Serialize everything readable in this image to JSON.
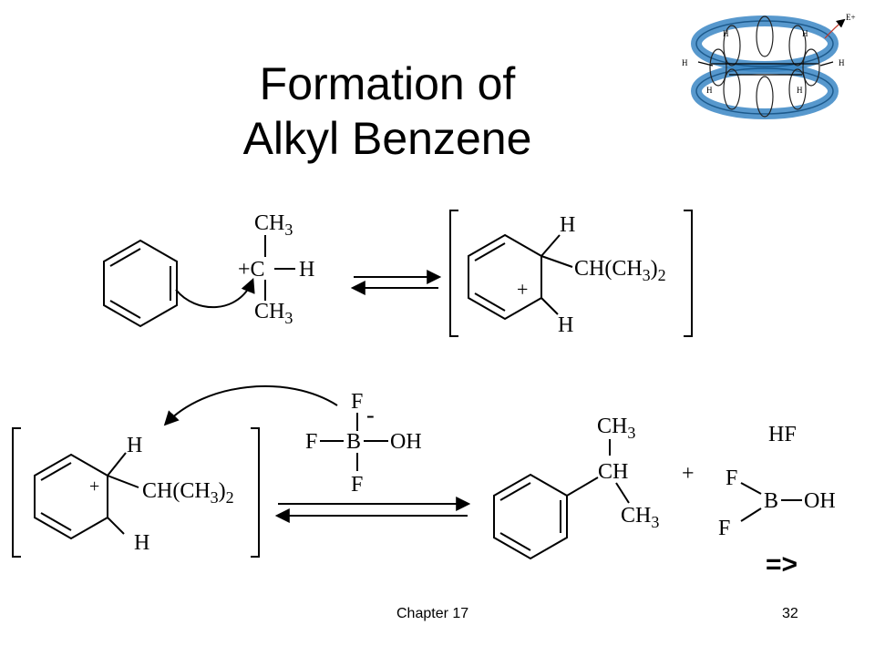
{
  "slide": {
    "title_line1": "Formation of",
    "title_line2": "Alkyl Benzene",
    "footer_left": "Chapter 17",
    "footer_right": "32",
    "next_marker": "=>"
  },
  "orbital_image": {
    "labels": {
      "h": "H",
      "electrophile": "E+"
    }
  },
  "step1": {
    "carbocation": {
      "ch3_top": "CH3",
      "plus_c": "+C",
      "h": "H",
      "ch3_bottom": "CH3"
    },
    "intermediate": {
      "h_top": "H",
      "substituent": "CH(CH3)2",
      "plus": "+",
      "h_bottom": "H"
    }
  },
  "step2": {
    "intermediate": {
      "h_top": "H",
      "plus": "+",
      "substituent": "CH(CH3)2",
      "h_bottom": "H"
    },
    "base": {
      "f_top": "F",
      "charge": "-",
      "f_left": "F",
      "b": "B",
      "oh": "OH",
      "f_bottom": "F"
    },
    "product": {
      "ch3_top": "CH3",
      "ch": "CH",
      "ch3_bottom": "CH3"
    },
    "plus_sign": "+",
    "byproducts": {
      "hf": "HF",
      "f_top": "F",
      "b": "B",
      "oh": "OH",
      "f_bottom": "F"
    }
  }
}
